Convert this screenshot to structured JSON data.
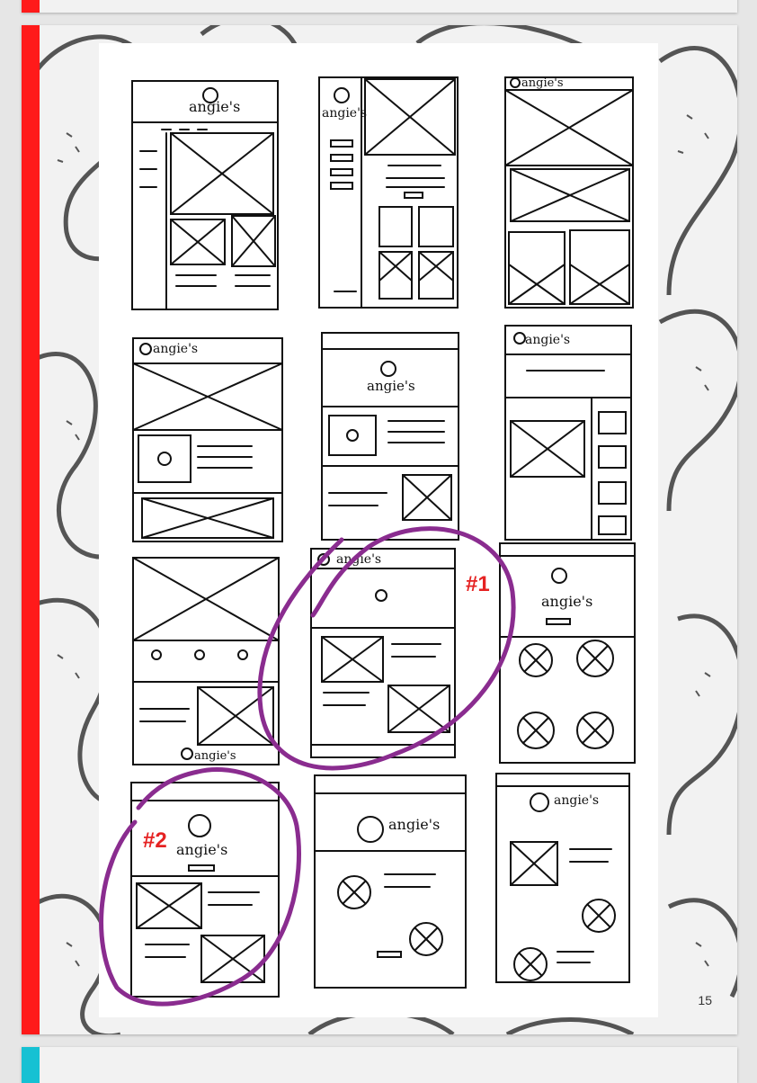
{
  "slide": {
    "page_number": "15",
    "accent_color": "#ff1a1a",
    "next_slide_accent_color": "#16c1d3",
    "annotations": [
      {
        "text": "#1",
        "color": "#e52222"
      },
      {
        "text": "#2",
        "color": "#e52222"
      }
    ],
    "selection_circle_color": "#8a2c8f",
    "brand_text": "angie's",
    "sketch_count": 12,
    "background_pattern": "pretzel-pattern"
  }
}
